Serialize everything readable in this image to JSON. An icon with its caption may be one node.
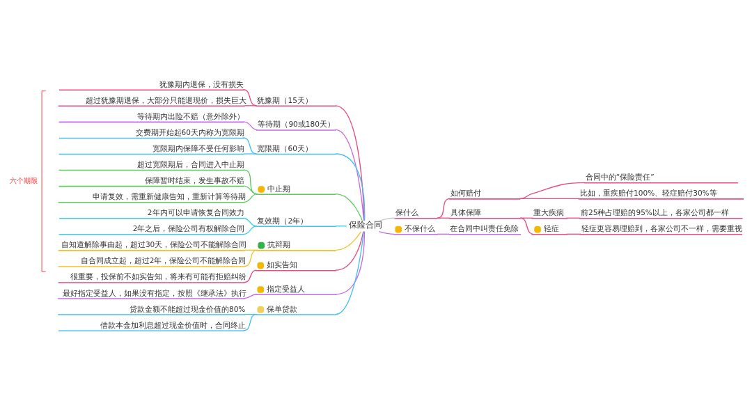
{
  "diagram": {
    "nodes": [
      {
        "text": [
          "保险合同"
        ]
      },
      {
        "text": [
          "犹豫期（15天）"
        ]
      },
      {
        "text": [
          "犹豫期内退保，没有损失"
        ]
      },
      {
        "text": [
          "超过犹豫期退保，大部分只能退现价，损失巨大"
        ]
      },
      {
        "text": [
          "等待期（90或180天）"
        ]
      },
      {
        "text": [
          "等待期内出险不赔（意外除外）"
        ]
      },
      {
        "text": [
          "宽限期（60天）"
        ]
      },
      {
        "text": [
          "交费期开始起60天内称为宽限期"
        ]
      },
      {
        "text": [
          "宽限期内保障不受任何影响"
        ]
      },
      {
        "text": [
          "中止期"
        ]
      },
      {
        "text": [
          "超过宽限期后，合同进入中止期"
        ]
      },
      {
        "text": [
          "保障暂时结束，发生事故不赔"
        ]
      },
      {
        "text": [
          "申请复效，需重新健康告知，重新计算等待期"
        ]
      },
      {
        "text": [
          "复效期（2年）"
        ]
      },
      {
        "text": [
          "2年内可以申请恢复合同效力"
        ]
      },
      {
        "text": [
          "2年之后，保险公司有权解除合同"
        ]
      },
      {
        "text": [
          "抗辩期"
        ]
      },
      {
        "text": [
          "自知道解除事由起，超过30天，保险公司不能解除合同"
        ]
      },
      {
        "text": [
          "自合同成立起，超过2年，保险公司不能解除合同"
        ]
      },
      {
        "text": [
          "如实告知"
        ]
      },
      {
        "text": [
          "很重要，投保前不如实告知，将来有可能有拒赔纠纷"
        ]
      },
      {
        "text": [
          "指定受益人"
        ]
      },
      {
        "text": [
          "最好指定受益人，如果没有指定，按照《继承法》执行"
        ]
      },
      {
        "text": [
          "保单贷款"
        ]
      },
      {
        "text": [
          "贷款金额不能超过现金价值的80%"
        ]
      },
      {
        "text": [
          "借款本金加利息超过现金价值时，合同终止"
        ]
      },
      {
        "text": [
          "保什么"
        ]
      },
      {
        "text": [
          "如何赔付"
        ]
      },
      {
        "text": [
          "合同中的“保险责任”"
        ]
      },
      {
        "text": [
          "比如，重疾赔付100%、轻症赔付30%等"
        ]
      },
      {
        "text": [
          "具体保障"
        ]
      },
      {
        "text": [
          "重大疾病"
        ]
      },
      {
        "text": [
          "前25种占理赔的95%以上，各家公司都一样"
        ]
      },
      {
        "text": [
          "轻症"
        ]
      },
      {
        "text": [
          "轻症更容易理赔到，各家公司不一样，需要重视"
        ]
      },
      {
        "text": [
          "不保什么"
        ]
      },
      {
        "text": [
          "在合同中叫责任免除"
        ]
      }
    ],
    "edges": [
      {
        "from": 1,
        "to": 0,
        "arrow": "none"
      },
      {
        "from": 2,
        "to": 1,
        "arrow": "none"
      },
      {
        "from": 3,
        "to": 1,
        "arrow": "none"
      },
      {
        "from": 4,
        "to": 0,
        "arrow": "none",
        "color": "#c56ae6"
      },
      {
        "from": 5,
        "to": 4,
        "arrow": "none",
        "color": "#c56ae6"
      },
      {
        "from": 6,
        "to": 0,
        "arrow": "none",
        "color": "#45bff2"
      },
      {
        "from": 7,
        "to": 6,
        "arrow": "none",
        "color": "#45bff2"
      },
      {
        "from": 8,
        "to": 6,
        "arrow": "none",
        "color": "#45bff2"
      },
      {
        "from": 9,
        "to": 0,
        "arrow": "none",
        "color": "#5ccb5c"
      },
      {
        "from": 10,
        "to": 9,
        "arrow": "none",
        "color": "#5ccb5c"
      },
      {
        "from": 11,
        "to": 9,
        "arrow": "none",
        "color": "#5ccb5c"
      },
      {
        "from": 12,
        "to": 9,
        "arrow": "none",
        "color": "#5ccb5c"
      },
      {
        "from": 13,
        "to": 0,
        "arrow": "none",
        "color": "#3ccde6"
      },
      {
        "from": 14,
        "to": 13,
        "arrow": "none",
        "color": "#3ccde6"
      },
      {
        "from": 15,
        "to": 13,
        "arrow": "none",
        "color": "#3ccde6"
      },
      {
        "from": 16,
        "to": 0,
        "arrow": "none",
        "color": "#f5c124"
      },
      {
        "from": 17,
        "to": 16,
        "arrow": "none",
        "color": "#f5c124"
      },
      {
        "from": 18,
        "to": 16,
        "arrow": "none",
        "color": "#f5c124"
      },
      {
        "from": 19,
        "to": 0,
        "arrow": "none"
      },
      {
        "from": 20,
        "to": 19,
        "arrow": "none"
      },
      {
        "from": 21,
        "to": 0,
        "arrow": "none",
        "color": "#c56ae6"
      },
      {
        "from": 22,
        "to": 21,
        "arrow": "none",
        "color": "#c56ae6"
      },
      {
        "from": 23,
        "to": 0,
        "arrow": "none",
        "color": "#45bff2"
      },
      {
        "from": 24,
        "to": 23,
        "arrow": "none",
        "color": "#45bff2"
      },
      {
        "from": 25,
        "to": 23,
        "arrow": "none",
        "color": "#45bff2"
      },
      {
        "from": 0,
        "to": 26,
        "arrow": "none",
        "color": "#c8c8c8"
      },
      {
        "from": 26,
        "to": 27,
        "arrow": "none"
      },
      {
        "from": 27,
        "to": 28,
        "arrow": "none"
      },
      {
        "from": 27,
        "to": 29,
        "arrow": "none"
      },
      {
        "from": 26,
        "to": 30,
        "arrow": "none"
      },
      {
        "from": 30,
        "to": 31,
        "arrow": "none"
      },
      {
        "from": 31,
        "to": 32,
        "arrow": "none"
      },
      {
        "from": 30,
        "to": 33,
        "arrow": "none"
      },
      {
        "from": 33,
        "to": 34,
        "arrow": "none"
      },
      {
        "from": 0,
        "to": 35,
        "arrow": "none",
        "color": "#c56ae6"
      },
      {
        "from": 35,
        "to": 36,
        "arrow": "none",
        "color": "#c56ae6"
      }
    ],
    "labels": [
      "六个期限"
    ]
  }
}
